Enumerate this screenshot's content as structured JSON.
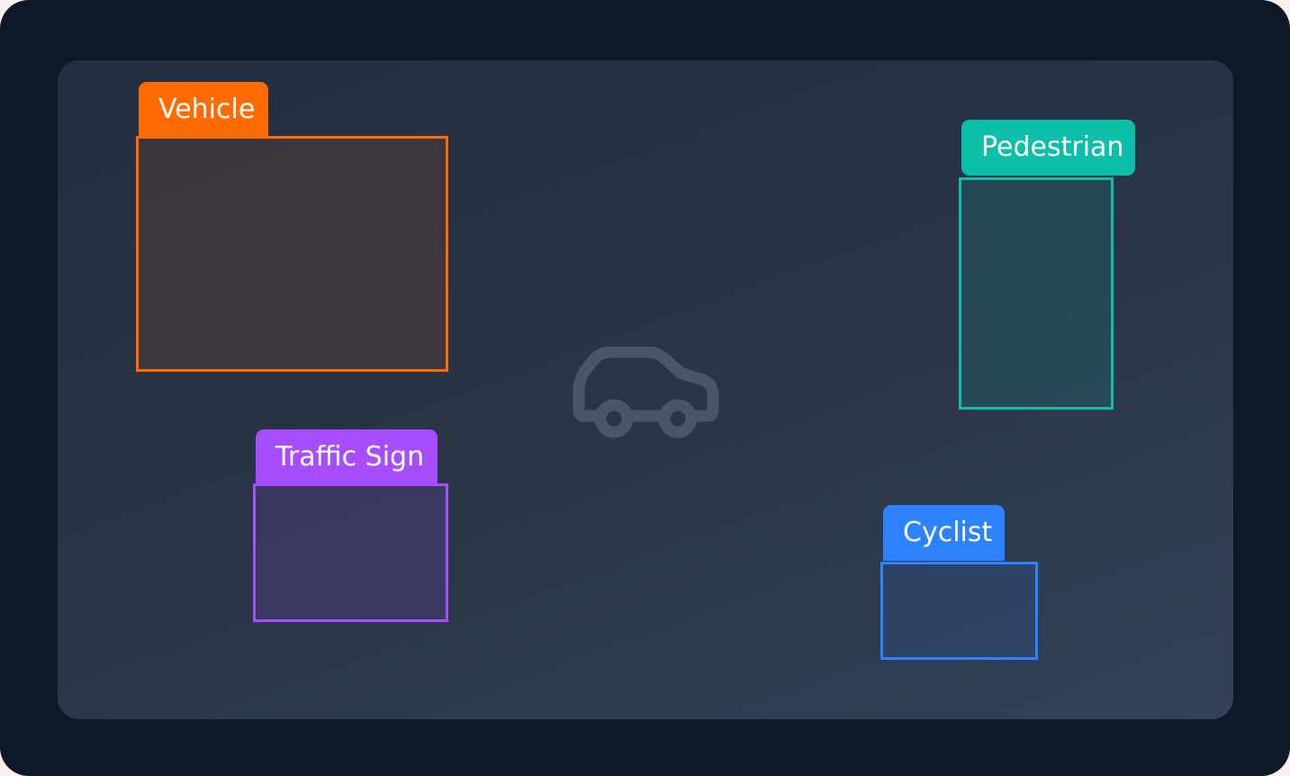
{
  "annotations": [
    {
      "key": "vehicle",
      "label": "Vehicle",
      "color": "#ff6b00",
      "fill": "rgba(255,107,0,0.10)"
    },
    {
      "key": "pedestrian",
      "label": "Pedestrian",
      "color": "#0cbfa8",
      "fill": "rgba(12,191,168,0.14)"
    },
    {
      "key": "traffic-sign",
      "label": "Traffic Sign",
      "color": "#a64dff",
      "fill": "rgba(166,77,255,0.14)"
    },
    {
      "key": "cyclist",
      "label": "Cyclist",
      "color": "#2d83ff",
      "fill": "rgba(45,131,255,0.12)"
    }
  ],
  "canvas": {
    "placeholder_icon": "car-icon",
    "icon_color": "#4a5565"
  }
}
